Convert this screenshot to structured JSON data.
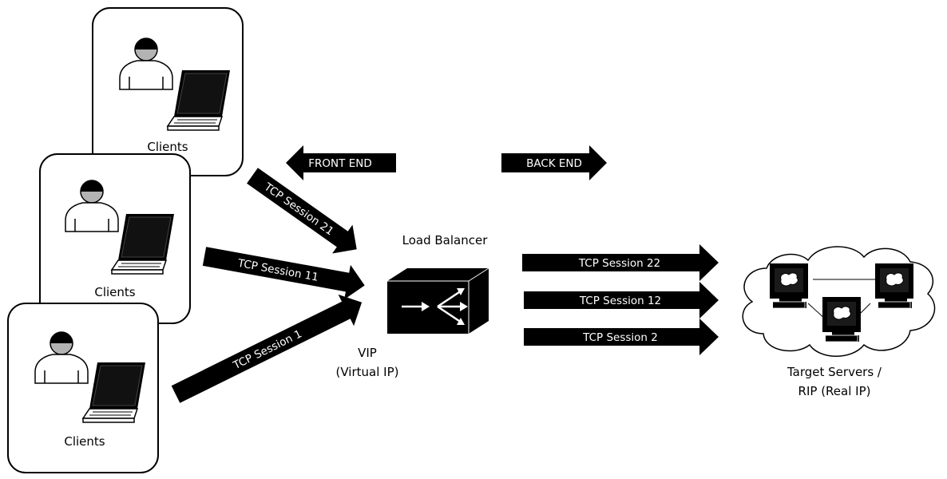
{
  "clients": [
    {
      "label": "Clients"
    },
    {
      "label": "Clients"
    },
    {
      "label": "Clients"
    }
  ],
  "direction_labels": {
    "front_end": "FRONT END",
    "back_end": "BACK END"
  },
  "front_sessions": [
    {
      "label": "TCP Session 21"
    },
    {
      "label": "TCP Session 11"
    },
    {
      "label": "TCP Session 1"
    }
  ],
  "back_sessions": [
    {
      "label": "TCP Session 22"
    },
    {
      "label": "TCP Session 12"
    },
    {
      "label": "TCP Session 2"
    }
  ],
  "load_balancer": {
    "title": "Load Balancer",
    "vip_line1": "VIP",
    "vip_line2": "(Virtual IP)"
  },
  "servers": {
    "line1": "Target Servers /",
    "line2": "RIP (Real IP)"
  },
  "icons": [
    "user-icon",
    "laptop-icon",
    "load-balancer-icon",
    "server-icon",
    "cloud-icon"
  ],
  "colors": {
    "stroke": "#000000",
    "arrow_fill": "#000000",
    "background": "#ffffff",
    "head_gray": "#b3b3b3"
  }
}
